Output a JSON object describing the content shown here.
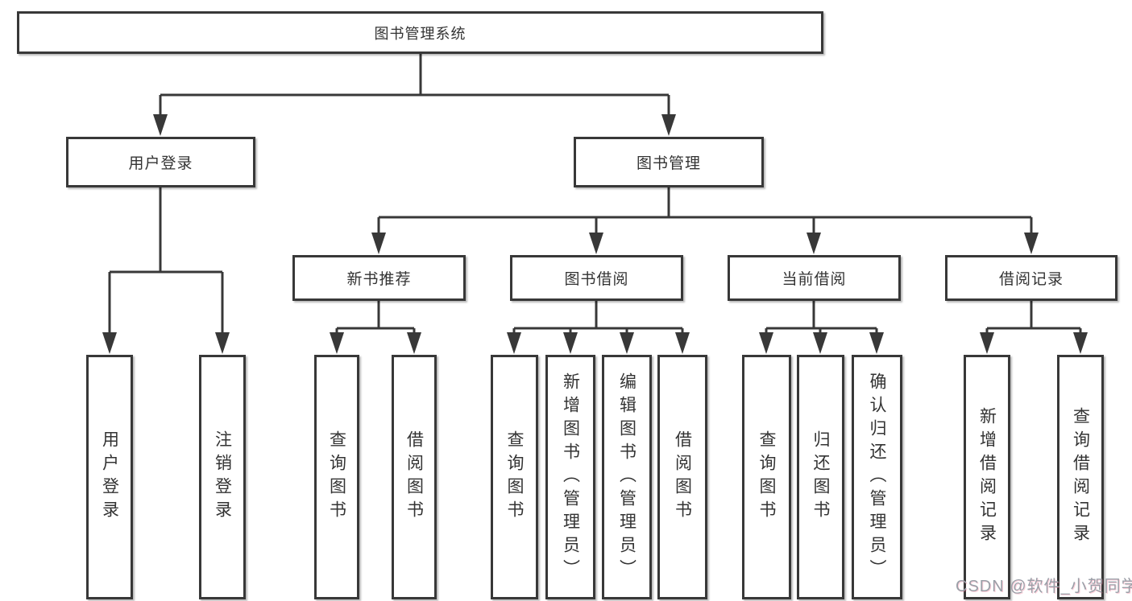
{
  "tree": {
    "root": "图书管理系统",
    "level2": [
      "用户登录",
      "图书管理"
    ],
    "level3": [
      "新书推荐",
      "图书借阅",
      "当前借阅",
      "借阅记录"
    ],
    "leaves_user_login": [
      "用户登录",
      "注销登录"
    ],
    "leaves_new_book": [
      "查询图书",
      "借阅图书"
    ],
    "leaves_book_borrow": [
      "查询图书",
      "新增图书（管理员）",
      "编辑图书（管理员）",
      "借阅图书"
    ],
    "leaves_current_borrow": [
      "查询图书",
      "归还图书",
      "确认归还（管理员）"
    ],
    "leaves_borrow_records": [
      "新增借阅记录",
      "查询借阅记录"
    ]
  },
  "watermark": "CSDN @软件_小贺同学",
  "colors": {
    "line": "#383838",
    "box_border": "#383838",
    "box_fill": "#ffffff",
    "text": "#333333",
    "watermark": "#9aa0a8"
  }
}
